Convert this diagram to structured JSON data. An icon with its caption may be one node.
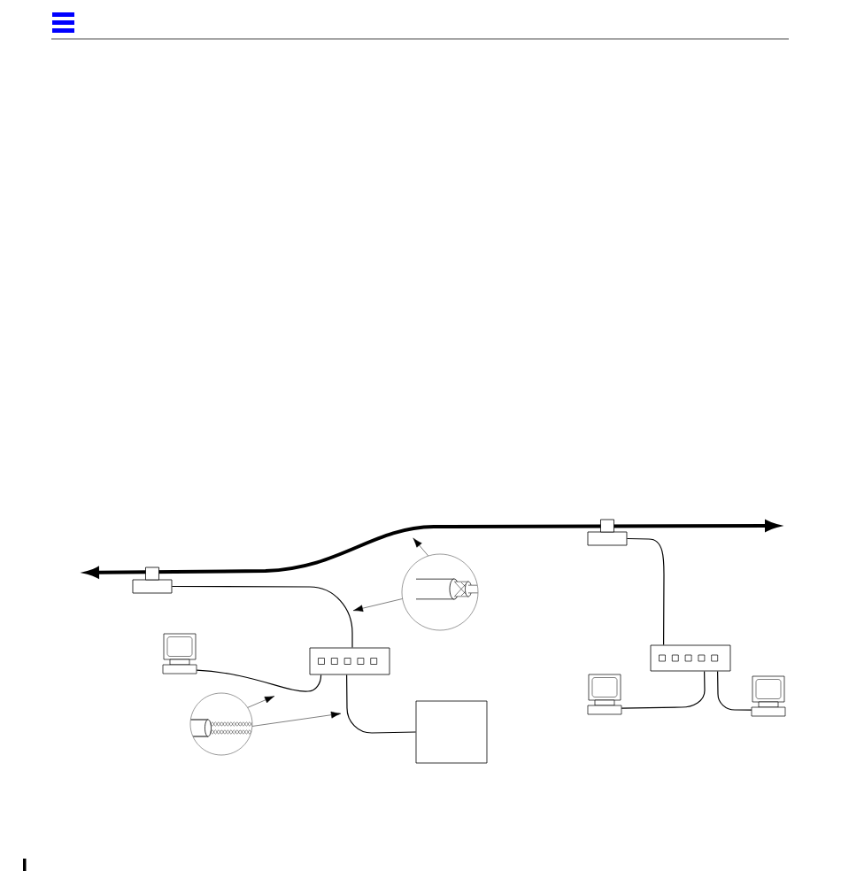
{
  "diagram": {
    "nodes": [
      {
        "text": [],
        "shape": "box"
      },
      {
        "text": [],
        "shape": "box"
      },
      {
        "text": [],
        "shape": "box"
      },
      {
        "text": [],
        "shape": "box"
      },
      {
        "text": [],
        "shape": "computer"
      },
      {
        "text": [],
        "shape": "box"
      },
      {
        "text": [],
        "shape": "computer"
      },
      {
        "text": [],
        "shape": "computer"
      },
      {
        "text": [],
        "shape": "circle"
      },
      {
        "text": [],
        "shape": "circle"
      }
    ],
    "edges": [
      {
        "from": 0,
        "to": 2,
        "arrow": "none"
      },
      {
        "from": 4,
        "to": 2,
        "arrow": "none"
      },
      {
        "from": 2,
        "to": 5,
        "arrow": "none"
      },
      {
        "from": 1,
        "to": 3,
        "arrow": "none"
      },
      {
        "from": 3,
        "to": 6,
        "arrow": "none"
      },
      {
        "from": 3,
        "to": 7,
        "arrow": "none"
      },
      {
        "from": 8,
        "to": null,
        "arrow": "to"
      },
      {
        "from": 8,
        "to": null,
        "arrow": "to"
      },
      {
        "from": 9,
        "to": null,
        "arrow": "to"
      },
      {
        "from": 9,
        "to": null,
        "arrow": "to"
      }
    ]
  }
}
